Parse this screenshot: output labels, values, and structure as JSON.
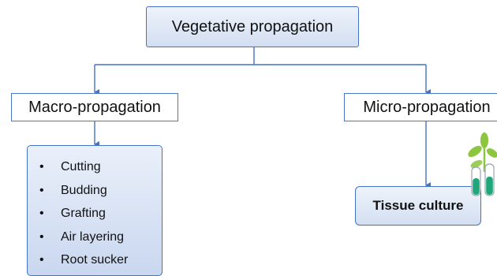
{
  "root": {
    "label": "Vegetative propagation"
  },
  "branches": {
    "macro": {
      "label": "Macro-propagation"
    },
    "micro": {
      "label": "Micro-propagation"
    }
  },
  "macro_methods": [
    "Cutting",
    "Budding",
    "Grafting",
    "Air layering",
    "Root sucker"
  ],
  "micro_methods": {
    "label": "Tissue culture"
  },
  "colors": {
    "line": "#4472c4",
    "box_border": "#4472c4",
    "leaf": "#8cc63f",
    "tube_liquid": "#1fa67a"
  },
  "icons": [
    "plant-test-tube-icon"
  ]
}
